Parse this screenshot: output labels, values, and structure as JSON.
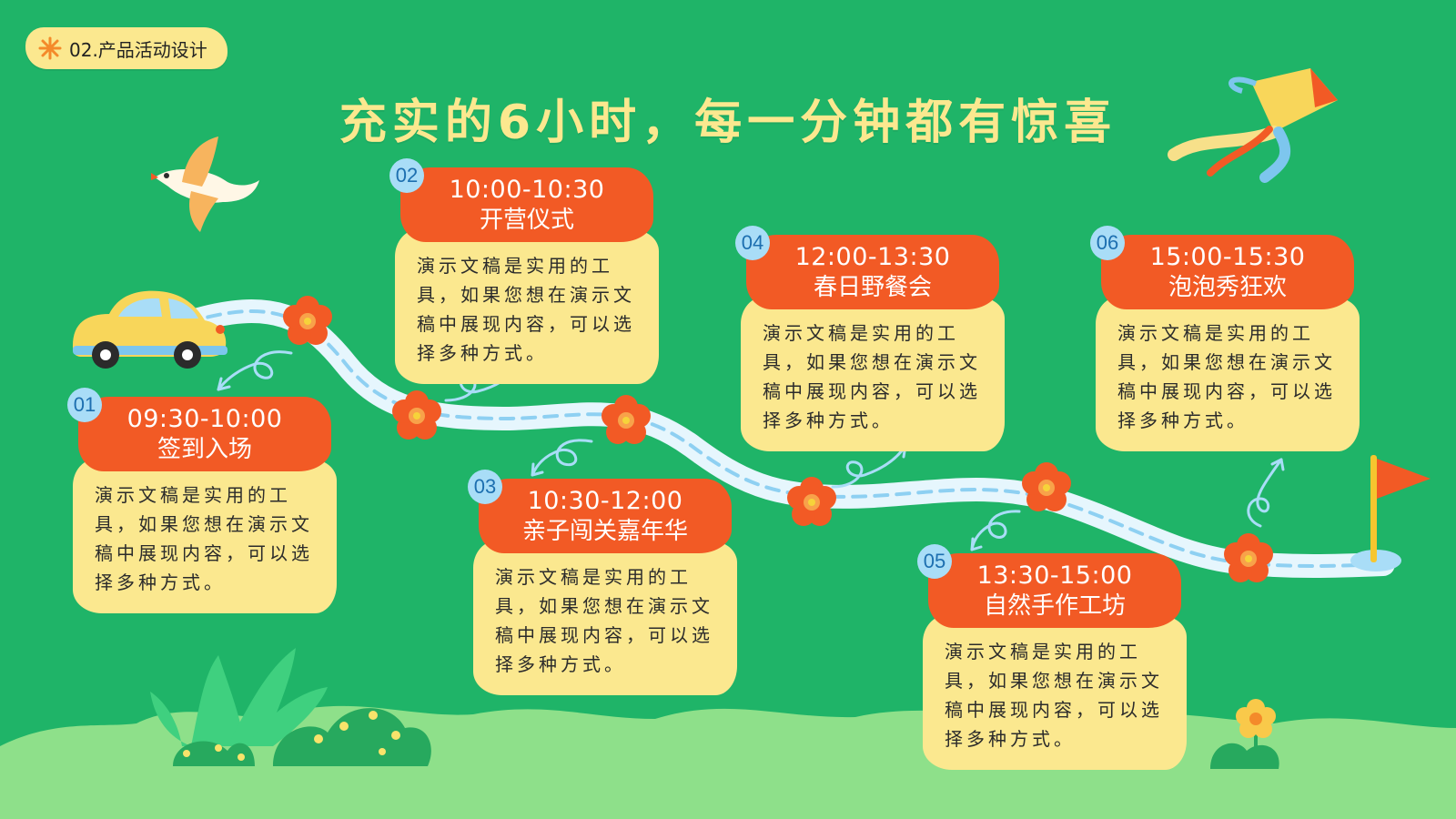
{
  "header": {
    "tag_label": "02.产品活动设计",
    "title": "充实的6小时，每一分钟都有惊喜"
  },
  "colors": {
    "background": "#1fb468",
    "card_head": "#f25a25",
    "card_body": "#fbe88f",
    "number_badge": "#a9ddf7",
    "path": "#e6f6fd",
    "grass": "#8ee08a"
  },
  "steps": [
    {
      "num": "01",
      "time": "09:30-10:00",
      "name": "签到入场",
      "desc": "演示文稿是实用的工具，如果您想在演示文稿中展现内容，可以选择多种方式。"
    },
    {
      "num": "02",
      "time": "10:00-10:30",
      "name": "开营仪式",
      "desc": "演示文稿是实用的工具，如果您想在演示文稿中展现内容，可以选择多种方式。"
    },
    {
      "num": "03",
      "time": "10:30-12:00",
      "name": "亲子闯关嘉年华",
      "desc": "演示文稿是实用的工具，如果您想在演示文稿中展现内容，可以选择多种方式。"
    },
    {
      "num": "04",
      "time": "12:00-13:30",
      "name": "春日野餐会",
      "desc": "演示文稿是实用的工具，如果您想在演示文稿中展现内容，可以选择多种方式。"
    },
    {
      "num": "05",
      "time": "13:30-15:00",
      "name": "自然手作工坊",
      "desc": "演示文稿是实用的工具，如果您想在演示文稿中展现内容，可以选择多种方式。"
    },
    {
      "num": "06",
      "time": "15:00-15:30",
      "name": "泡泡秀狂欢",
      "desc": "演示文稿是实用的工具，如果您想在演示文稿中展现内容，可以选择多种方式。"
    }
  ],
  "icons": [
    "asterisk-icon",
    "bird-icon",
    "kite-icon",
    "car-icon",
    "flower-icon",
    "flag-icon",
    "arrow-icon",
    "bush-icon"
  ]
}
